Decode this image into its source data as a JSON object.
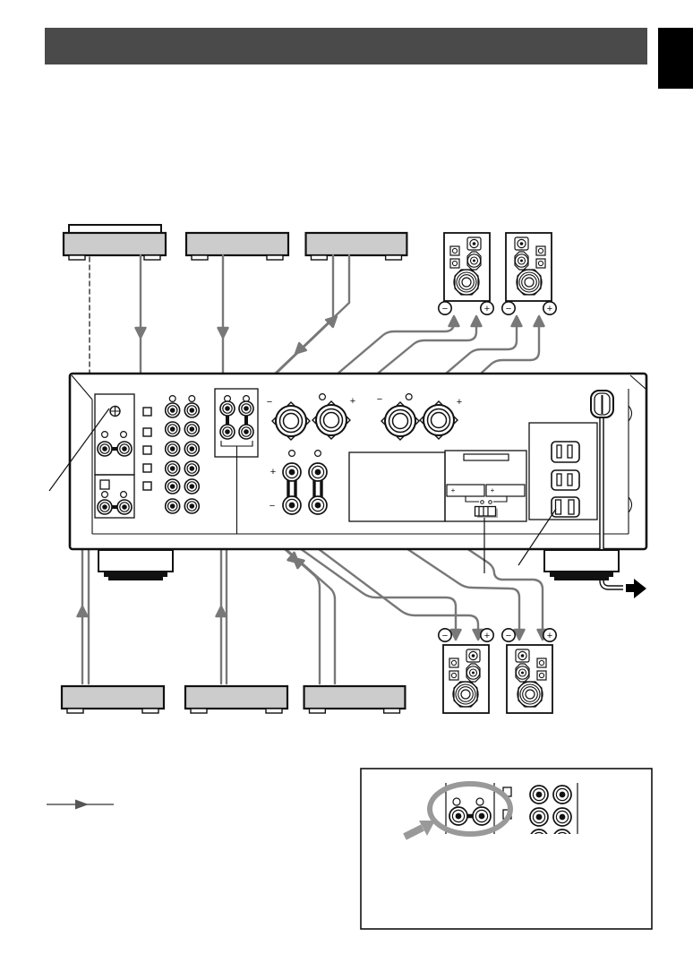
{
  "labels": {
    "minus": "−",
    "plus": "+"
  },
  "colors": {
    "header_bar": "#4a4a4a",
    "corner_tab": "#000000",
    "component_fill": "#cccccc",
    "wire_gray": "#787878",
    "outline": "#1a1a1a",
    "highlight_gray": "#999999"
  },
  "diagram": {
    "top_source_components": [
      {
        "kind": "turntable-with-lid"
      },
      {
        "kind": "audio-component"
      },
      {
        "kind": "audio-component"
      }
    ],
    "bottom_source_components": [
      {
        "kind": "audio-component"
      },
      {
        "kind": "audio-component"
      },
      {
        "kind": "audio-component"
      }
    ],
    "speakers": [
      {
        "position": "top-left",
        "terminals": [
          "−",
          "+"
        ]
      },
      {
        "position": "top-right",
        "terminals": [
          "−",
          "+"
        ]
      },
      {
        "position": "bottom-left",
        "terminals": [
          "−",
          "+"
        ]
      },
      {
        "position": "bottom-right",
        "terminals": [
          "−",
          "+"
        ]
      }
    ],
    "amplifier": {
      "speaker_terminal_labels": [
        "−",
        "+",
        "−",
        "+"
      ],
      "pre_main_labels": [
        "+",
        "−"
      ],
      "voltage_box_labels": [
        "+",
        "+"
      ],
      "input_jack_rows": 6,
      "input_jack_columns": 2,
      "ac_outlet_count": 3
    },
    "inset": {
      "kind": "shorting-plug-closeup"
    }
  }
}
